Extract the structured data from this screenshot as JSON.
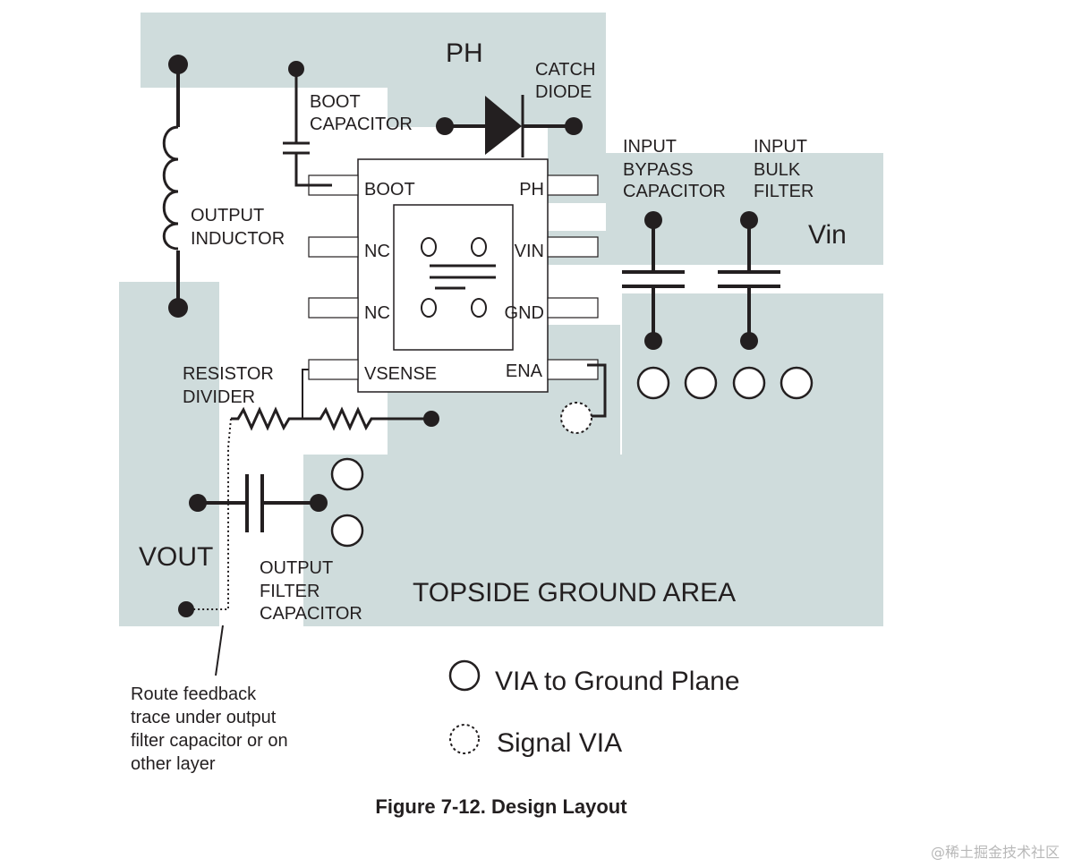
{
  "colors": {
    "copper": "#cfdcdc",
    "ink": "#231f20",
    "watermark": "#b8b8b8"
  },
  "areas": {
    "ph": "PH",
    "vin": "Vin",
    "vout": "VOUT",
    "ground": "TOPSIDE GROUND AREA"
  },
  "components": {
    "catch_diode": [
      "CATCH",
      "DIODE"
    ],
    "boot_capacitor": [
      "BOOT",
      "CAPACITOR"
    ],
    "output_inductor": [
      "OUTPUT",
      "INDUCTOR"
    ],
    "input_bypass_capacitor": [
      "INPUT",
      "BYPASS",
      "CAPACITOR"
    ],
    "input_bulk_filter": [
      "INPUT",
      "BULK",
      "FILTER"
    ],
    "resistor_divider": [
      "RESISTOR",
      "DIVIDER"
    ],
    "output_filter_capacitor": [
      "OUTPUT",
      "FILTER",
      "CAPACITOR"
    ]
  },
  "pins": {
    "boot": "BOOT",
    "ph": "PH",
    "nc1": "NC",
    "vin": "VIN",
    "nc2": "NC",
    "gnd": "GND",
    "vsense": "VSENSE",
    "ena": "ENA"
  },
  "route_note": [
    "Route feedback",
    "trace under output",
    "filter capacitor or on",
    "other layer"
  ],
  "legend": {
    "ground_via": "VIA to Ground Plane",
    "signal_via": "Signal VIA"
  },
  "caption": "Figure 7-12. Design Layout",
  "watermark": "@稀土掘金技术社区"
}
